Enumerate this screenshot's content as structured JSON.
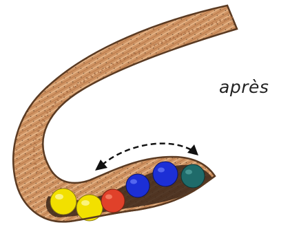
{
  "caption": "après",
  "colors": {
    "tube_fill": "#c98a5a",
    "tube_stripe": "#e6b48a",
    "tube_outline": "#5a3a22",
    "inner_dark": "#3a2418",
    "yellow": "#f2e000",
    "red": "#e0412a",
    "blue": "#1c2fd6",
    "teal": "#1f6b6a",
    "arrow": "#111111"
  },
  "pellets": [
    {
      "name": "yellow-pellet",
      "color": "yellow"
    },
    {
      "name": "yellow-pellet",
      "color": "yellow"
    },
    {
      "name": "red-pellet",
      "color": "red"
    },
    {
      "name": "blue-pellet",
      "color": "blue"
    },
    {
      "name": "blue-pellet",
      "color": "blue"
    },
    {
      "name": "teal-pellet",
      "color": "teal"
    }
  ],
  "arrow": {
    "icon": "double-headed-dashed-arrow-icon"
  }
}
